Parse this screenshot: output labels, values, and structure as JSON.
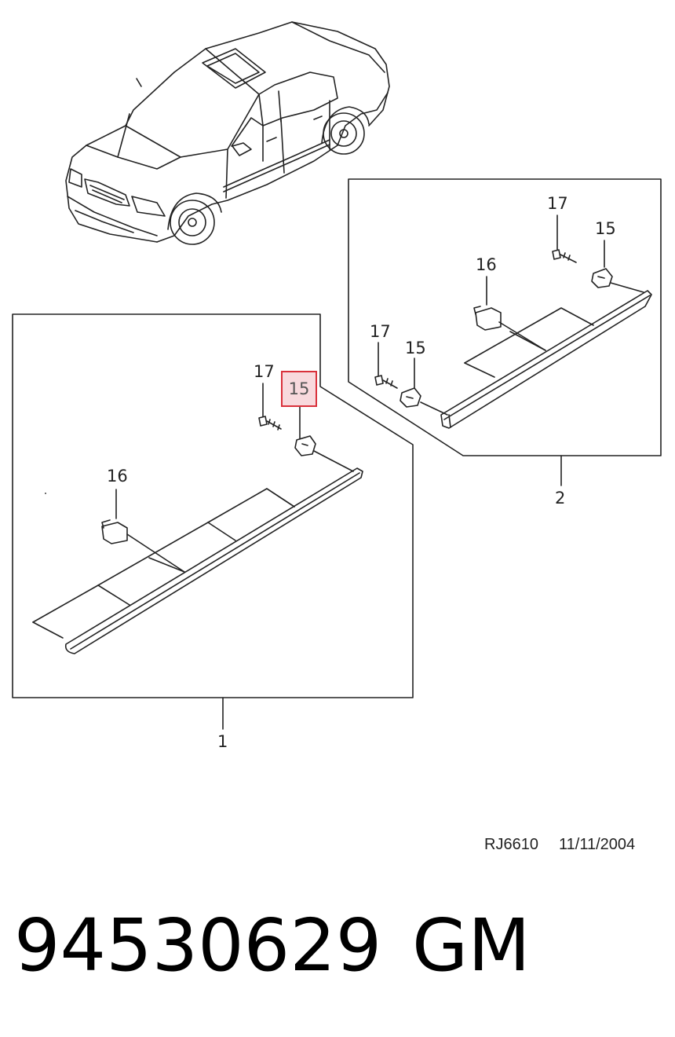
{
  "callouts": {
    "c17_right_top": "17",
    "c15_right_top": "15",
    "c16_right": "16",
    "c17_right_low": "17",
    "c15_right_low": "15",
    "c2": "2",
    "c17_left": "17",
    "c15_left_highlighted": "15",
    "c16_left": "16",
    "c1": "1"
  },
  "footer": {
    "ref_code": "RJ6610",
    "ref_date": "11/11/2004",
    "part_number": "94530629",
    "brand": "GM"
  },
  "colors": {
    "line": "#222222",
    "highlight_fill": "#f8d9dd",
    "highlight_border": "#d9303b"
  }
}
